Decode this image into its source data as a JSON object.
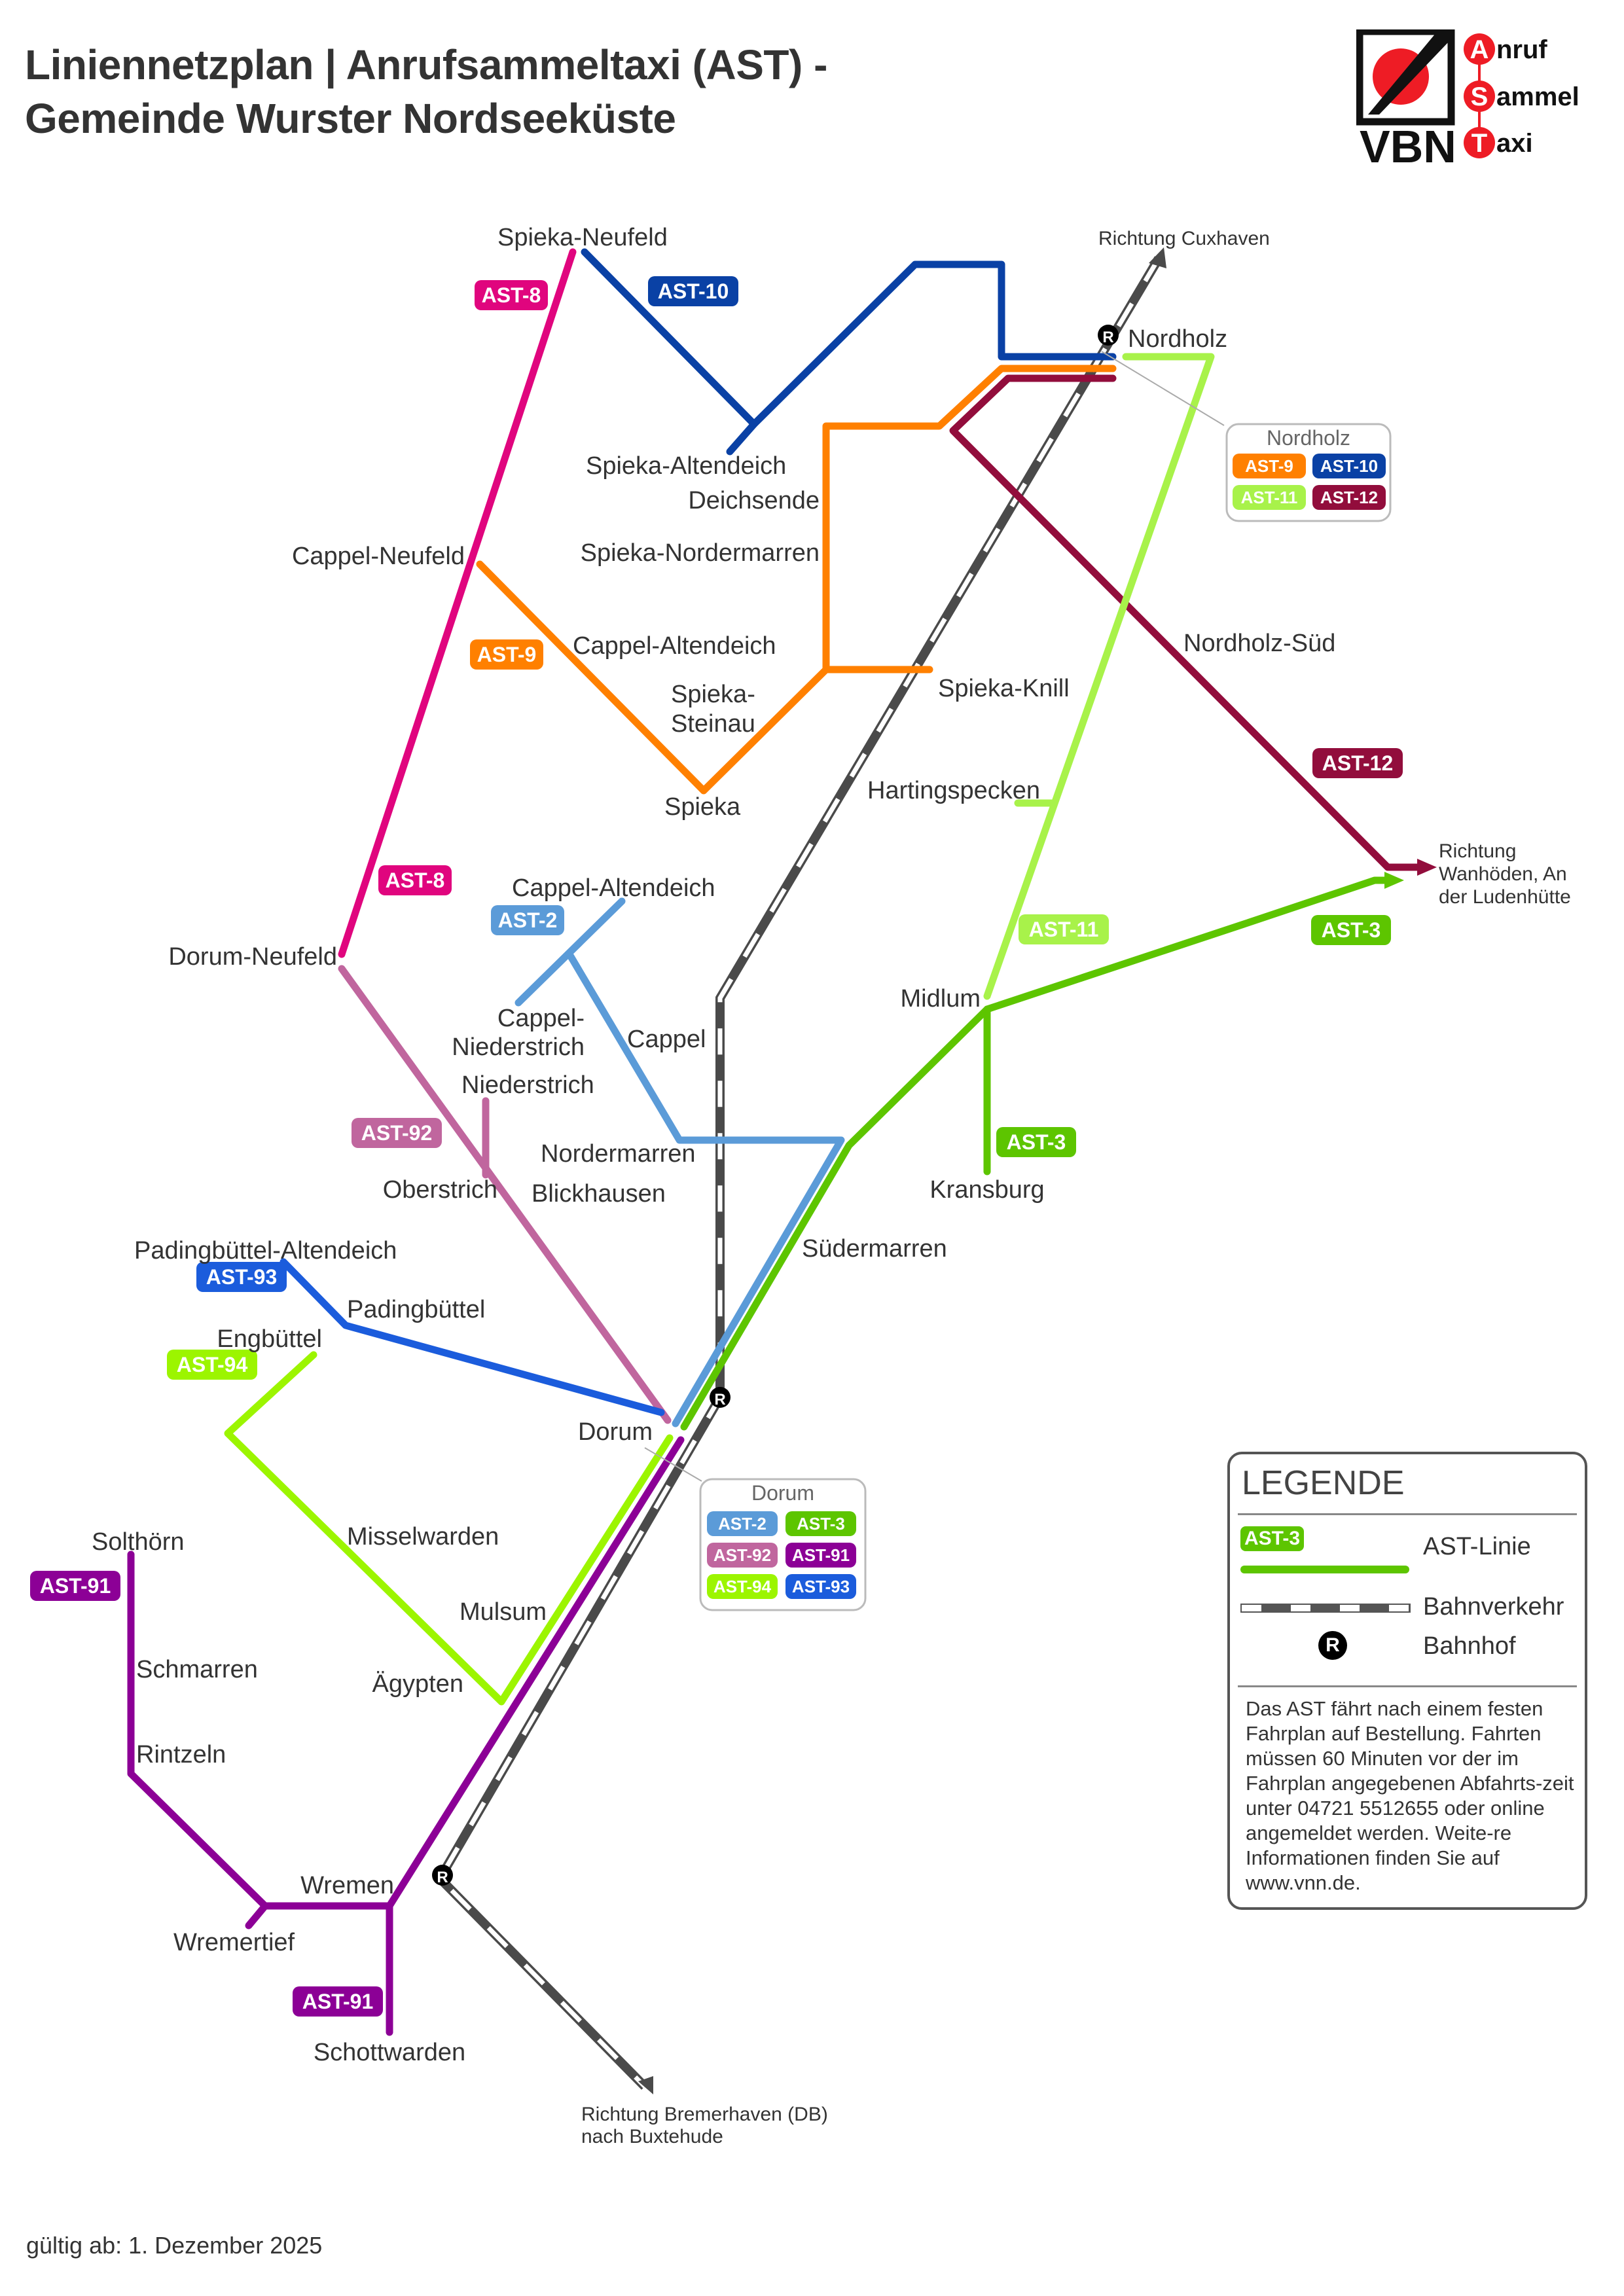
{
  "header": {
    "title_line1": "Liniennetzplan | Anrufsammeltaxi (AST) -",
    "title_line2": "Gemeinde Wurster Nordseeküste"
  },
  "logo": {
    "brand": "VBN",
    "word1_initial": "A",
    "word1_rest": "nruf",
    "word2_initial": "S",
    "word2_rest": "ammel",
    "word3_initial": "T",
    "word3_rest": "axi",
    "colors": {
      "red": "#ee1c25",
      "black": "#111111"
    }
  },
  "lines": {
    "AST-2": {
      "label": "AST-2",
      "color": "#5b9bd8"
    },
    "AST-3": {
      "label": "AST-3",
      "color": "#5dc500"
    },
    "AST-8": {
      "label": "AST-8",
      "color": "#e0057e"
    },
    "AST-9": {
      "label": "AST-9",
      "color": "#ff8000"
    },
    "AST-10": {
      "label": "AST-10",
      "color": "#0a41a5"
    },
    "AST-11": {
      "label": "AST-11",
      "color": "#a8f24a"
    },
    "AST-12": {
      "label": "AST-12",
      "color": "#920d3c"
    },
    "AST-91": {
      "label": "AST-91",
      "color": "#8c0096"
    },
    "AST-92": {
      "label": "AST-92",
      "color": "#c0669e"
    },
    "AST-93": {
      "label": "AST-93",
      "color": "#1b5cdc"
    },
    "AST-94": {
      "label": "AST-94",
      "color": "#9cf500"
    }
  },
  "rail_color": "#4a4a4a",
  "stations": {
    "spieka_neufeld": "Spieka-Neufeld",
    "spieka_altendeich": "Spieka-Altendeich",
    "deichsende": "Deichsende",
    "spieka_nordermarren": "Spieka-Nordermarren",
    "cappel_neufeld": "Cappel-Neufeld",
    "cappel_altendeich_9": "Cappel-Altendeich",
    "spieka_steinau_1": "Spieka-",
    "spieka_steinau_2": "Steinau",
    "spieka": "Spieka",
    "spieka_knill": "Spieka-Knill",
    "hartingspecken": "Hartingspecken",
    "nordholz": "Nordholz",
    "nordholz_sued": "Nordholz-Süd",
    "richtung_cuxhaven": "Richtung Cuxhaven",
    "richtung_wanhoeden_1": "Richtung",
    "richtung_wanhoeden_2": "Wanhöden, An",
    "richtung_wanhoeden_3": "der Ludenhütte",
    "dorum_neufeld": "Dorum-Neufeld",
    "cappel_altendeich_2": "Cappel-Altendeich",
    "cappel_niederstrich_1": "Cappel-",
    "cappel_niederstrich_2": "Niederstrich",
    "cappel": "Cappel",
    "niederstrich": "Niederstrich",
    "nordermarren": "Nordermarren",
    "blickhausen": "Blickhausen",
    "oberstrich": "Oberstrich",
    "midlum": "Midlum",
    "kransburg": "Kransburg",
    "suedermarren": "Südermarren",
    "padingbuettel_altendeich": "Padingbüttel-Altendeich",
    "padingbuettel": "Padingbüttel",
    "engbuettel": "Engbüttel",
    "dorum": "Dorum",
    "misselwarden": "Misselwarden",
    "mulsum": "Mulsum",
    "aegypten": "Ägypten",
    "solthoern": "Solthörn",
    "schmarren": "Schmarren",
    "rintzeln": "Rintzeln",
    "wremen": "Wremen",
    "wremertief": "Wremertief",
    "schottwarden": "Schottwarden",
    "richtung_bremerhaven_1": "Richtung Bremerhaven (DB)",
    "richtung_bremerhaven_2": "nach Buxtehude"
  },
  "hub_boxes": {
    "nordholz": {
      "title": "Nordholz",
      "lines": [
        "AST-9",
        "AST-10",
        "AST-11",
        "AST-12"
      ]
    },
    "dorum": {
      "title": "Dorum",
      "lines": [
        "AST-2",
        "AST-3",
        "AST-92",
        "AST-91",
        "AST-94",
        "AST-93"
      ]
    }
  },
  "station_symbol": "R",
  "legend": {
    "title": "LEGENDE",
    "sample_pill": "AST-3",
    "ast_line_label": "AST-Linie",
    "rail_label": "Bahnverkehr",
    "station_label": "Bahnhof",
    "station_symbol": "R",
    "info_text": "Das AST fährt nach einem festen Fahrplan auf Bestellung. Fahrten müssen 60 Minuten vor der im Fahrplan angegebenen Abfahrts-zeit unter 04721 5512655 oder online angemeldet werden. Weite-re Informationen finden Sie auf www.vnn.de."
  },
  "footer": {
    "valid_from": "gültig ab: 1. Dezember 2025"
  }
}
